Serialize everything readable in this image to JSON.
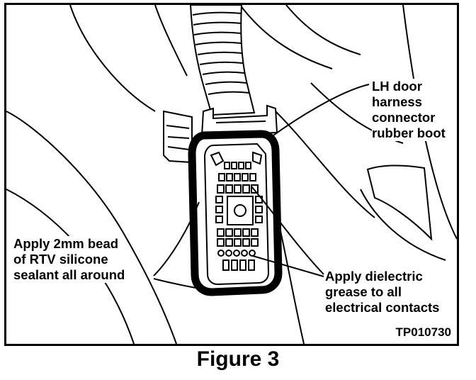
{
  "callouts": {
    "boot": "LH door\nharness\nconnector\nrubber boot",
    "rtv": "Apply 2mm bead\nof RTV silicone\nsealant all around",
    "grease": "Apply dielectric\ngrease to all\nelectrical contacts"
  },
  "reference_code": "TP010730",
  "caption": "Figure 3",
  "colors": {
    "ink": "#000000",
    "paper": "#ffffff"
  }
}
